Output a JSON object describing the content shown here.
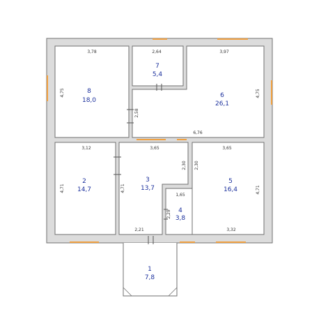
{
  "colors": {
    "wall_fill": "#dcdcdc",
    "wall_stroke": "#6f6f6f",
    "room_fill": "#ffffff",
    "opening": "#f0a040",
    "dimension_text": "#333333",
    "room_label": "#1a2f9c"
  },
  "rooms": [
    {
      "id": "1",
      "number": "1",
      "area": "7,8"
    },
    {
      "id": "2",
      "number": "2",
      "area": "14,7"
    },
    {
      "id": "3",
      "number": "3",
      "area": "13,7"
    },
    {
      "id": "4",
      "number": "4",
      "area": "3,8"
    },
    {
      "id": "5",
      "number": "5",
      "area": "16,4"
    },
    {
      "id": "6",
      "number": "6",
      "area": "26,1"
    },
    {
      "id": "7",
      "number": "7",
      "area": "5,4"
    },
    {
      "id": "8",
      "number": "8",
      "area": "18,0"
    }
  ],
  "dimensions": {
    "room8_width": "3,78",
    "room8_height": "4,75",
    "room7_width": "2,64",
    "room6_width": "3,97",
    "room6_height": "4,75",
    "hall_door_offset": "2,58",
    "hall_length": "6,76",
    "room2_width": "3,12",
    "room2_height": "4,71",
    "room3_width": "3,65",
    "room3_height": "4,71",
    "room5_width": "3,65",
    "room5_height": "4,71",
    "partition_left": "2,30",
    "partition_right": "2,30",
    "room4_width": "1,65",
    "room4_height": "2,29",
    "room3_bottom": "2,21",
    "room5_bottom": "3,32"
  }
}
